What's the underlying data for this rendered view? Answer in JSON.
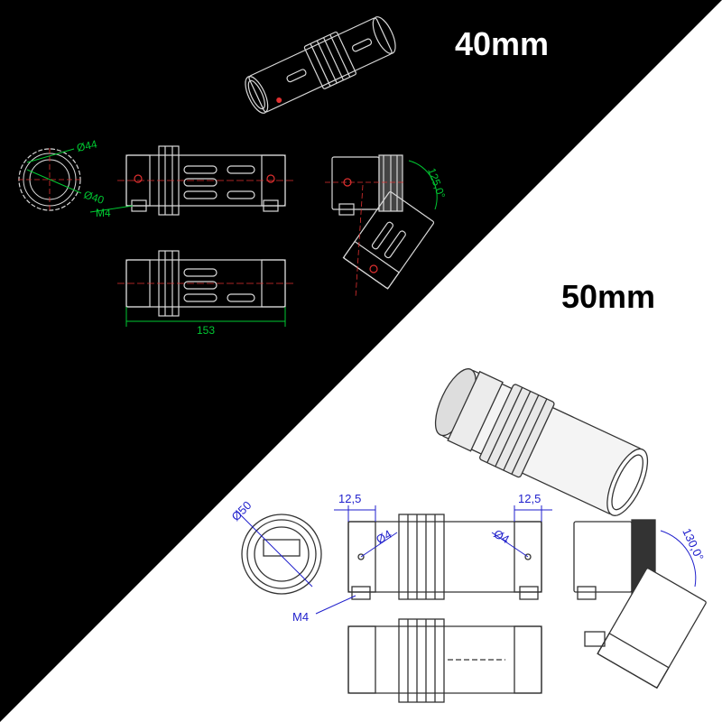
{
  "titles": {
    "small": "40mm",
    "large": "50mm"
  },
  "dims_40mm": {
    "outer_dia": "Ø44",
    "inner_dia": "Ø40",
    "screw": "M4",
    "angle": "125,0°",
    "length": "153"
  },
  "dims_50mm": {
    "outer_dia": "Ø50",
    "clamp_width_left": "12,5",
    "clamp_width_right": "12,5",
    "hole_left": "Ø4",
    "hole_right": "Ø4",
    "screw": "M4",
    "angle": "130,0°"
  },
  "colors": {
    "dark_bg": "#000000",
    "light_bg": "#ffffff",
    "dim_green": "#00c832",
    "dim_blue": "#1f1fcc",
    "center_red": "#e03030"
  }
}
